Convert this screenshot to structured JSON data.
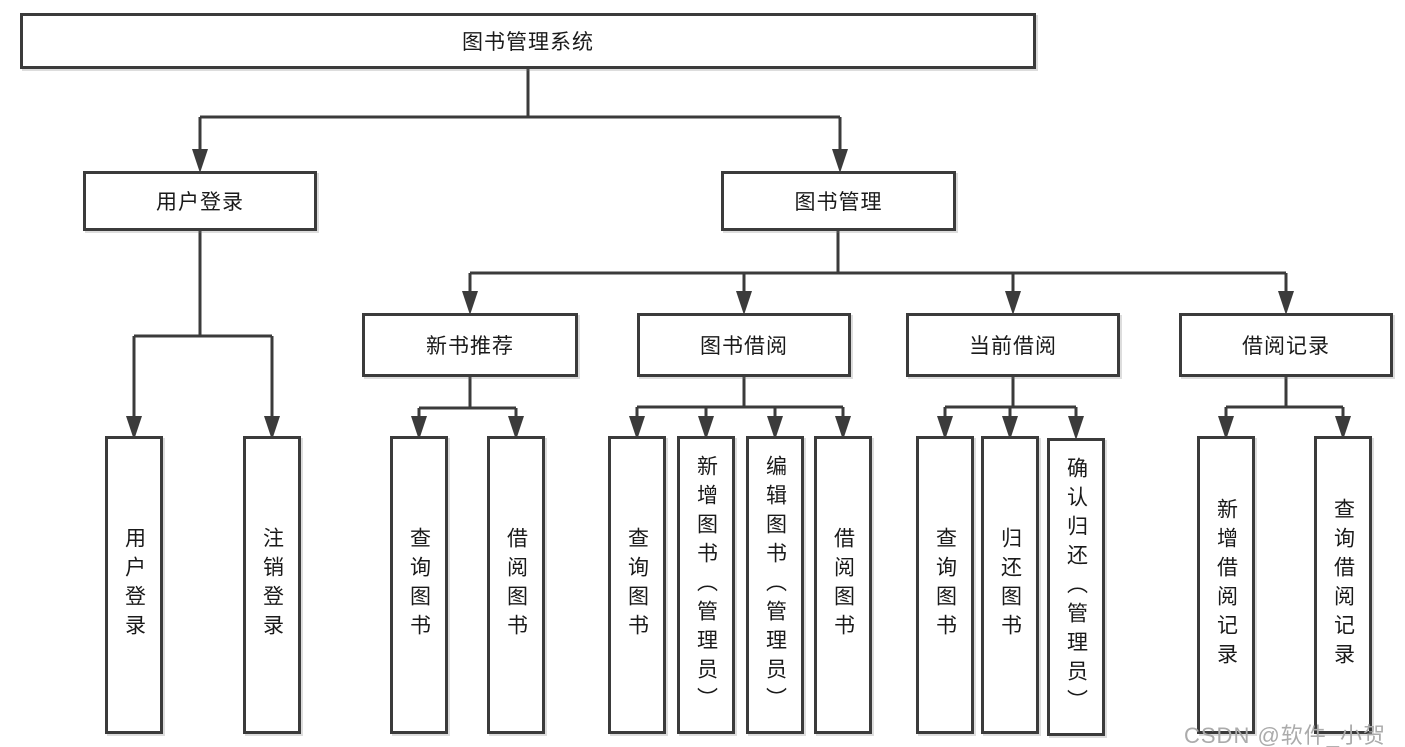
{
  "tree": {
    "root": "图书管理系统",
    "branches": [
      {
        "label": "用户登录",
        "children": [
          "用户登录",
          "注销登录"
        ]
      },
      {
        "label": "图书管理",
        "groups": [
          {
            "label": "新书推荐",
            "children": [
              "查询图书",
              "借阅图书"
            ]
          },
          {
            "label": "图书借阅",
            "children": [
              "查询图书",
              "新增图书（管理员）",
              "编辑图书（管理员）",
              "借阅图书"
            ]
          },
          {
            "label": "当前借阅",
            "children": [
              "查询图书",
              "归还图书",
              "确认归还（管理员）"
            ]
          },
          {
            "label": "借阅记录",
            "children": [
              "新增借阅记录",
              "查询借阅记录"
            ]
          }
        ]
      }
    ]
  },
  "watermark": "CSDN @软件_小贺同学",
  "colors": {
    "line": "#3b3b3b",
    "box_border": "#3b3b3b",
    "box_fill": "#ffffff",
    "text": "#1a1a1a",
    "watermark": "#ababab",
    "background": "#ffffff"
  }
}
